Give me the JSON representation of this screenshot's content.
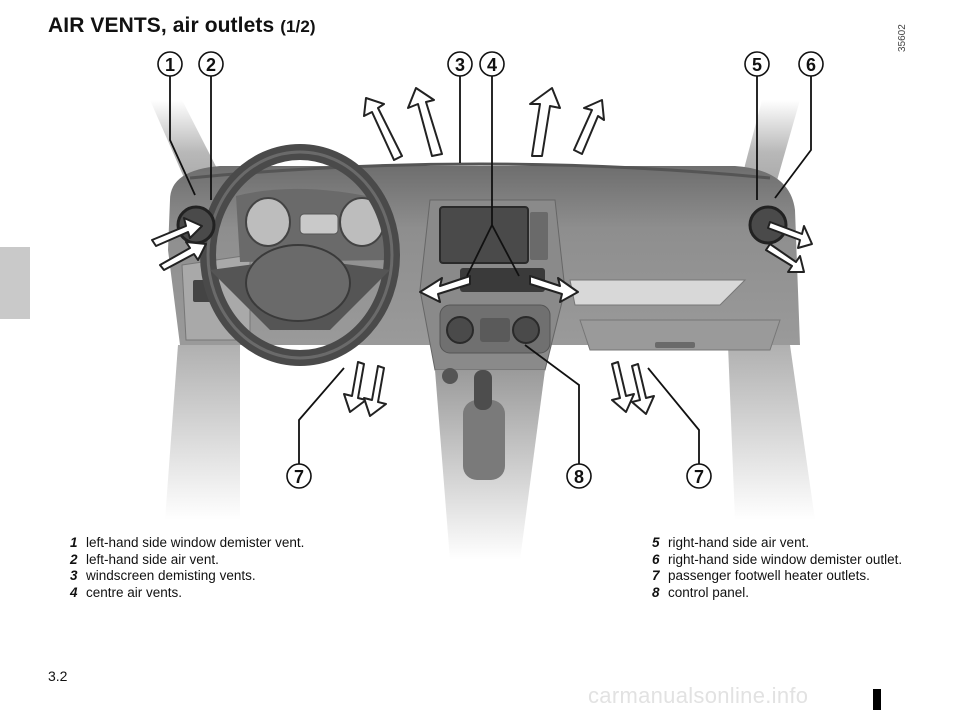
{
  "header": {
    "title": "AIR VENTS, air outlets",
    "title_suffix": "(1/2)",
    "figure_ref": "35602"
  },
  "callouts": [
    "1",
    "2",
    "3",
    "4",
    "5",
    "6",
    "7",
    "8",
    "7"
  ],
  "legend_left": [
    {
      "num": "1",
      "text": "left-hand side window demister vent."
    },
    {
      "num": "2",
      "text": "left-hand side air vent."
    },
    {
      "num": "3",
      "text": "windscreen demisting vents."
    },
    {
      "num": "4",
      "text": "centre air vents."
    }
  ],
  "legend_right": [
    {
      "num": "5",
      "text": "right-hand side air vent."
    },
    {
      "num": "6",
      "text": "right-hand side window demister outlet."
    },
    {
      "num": "7",
      "text": "passenger footwell heater outlets."
    },
    {
      "num": "8",
      "text": "control panel."
    }
  ],
  "footer": {
    "page_number": "3.2",
    "watermark": "carmanualsonline.info"
  },
  "colors": {
    "dashboard": "#8c8c8c",
    "dashboard_dark": "#5a5a5a",
    "arrow_fill": "#ffffff",
    "section_tab": "#c9c9c9"
  }
}
